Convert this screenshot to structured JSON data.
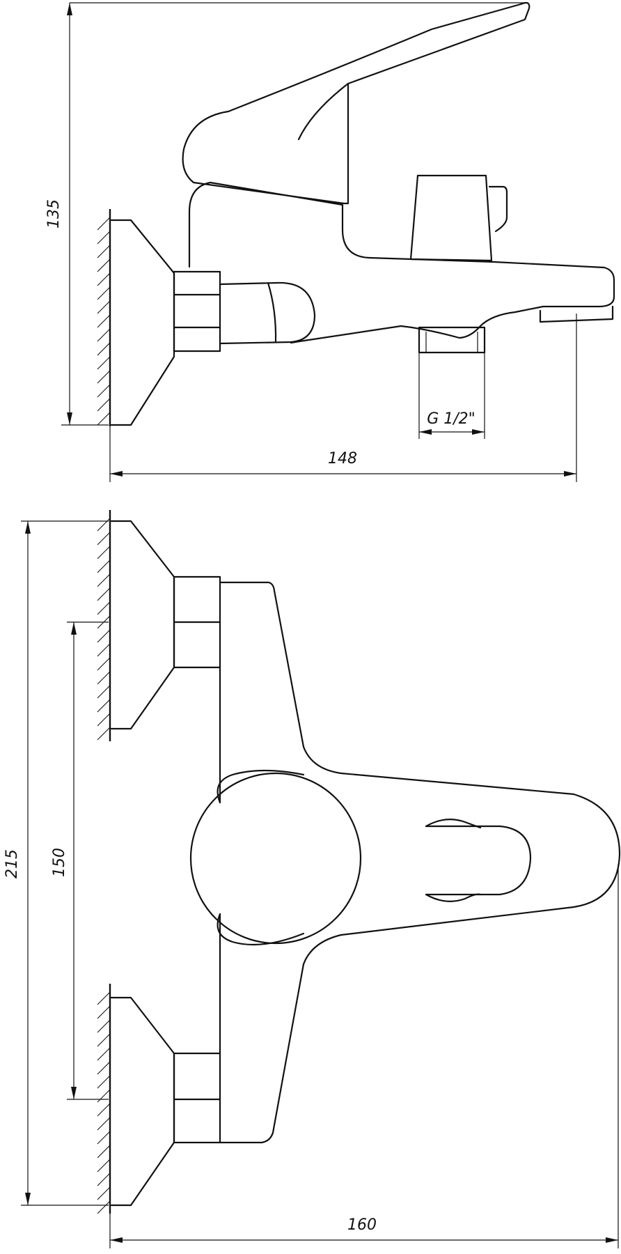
{
  "dimensions": {
    "side_height": "135",
    "side_width": "148",
    "thread": "G 1/2\"",
    "front_height": "215",
    "inlet_spacing": "150",
    "front_width": "160"
  }
}
